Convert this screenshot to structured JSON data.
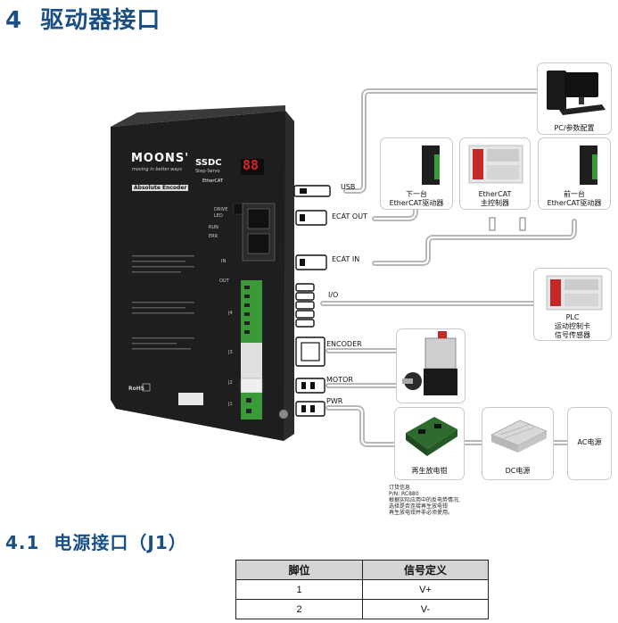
{
  "section": {
    "number": "4",
    "title": "驱动器接口"
  },
  "subsection": {
    "number": "4.1",
    "title": "电源接口（J1）"
  },
  "device": {
    "brand": "MOONS'",
    "tagline": "moving in better ways",
    "model": "SSDC",
    "model_sub": "Step-Servo",
    "type_label": "Absolute Encoder",
    "bus_label": "EtherCAT",
    "display_text": "88",
    "side_labels": [
      "DRIVE",
      "LED",
      "RUN",
      "ERR",
      "IN",
      "OUT",
      "J4",
      "J3",
      "J2",
      "J1"
    ],
    "footer_text": "RoHS"
  },
  "ports": {
    "usb": "USB",
    "ecat_out": "ECAT OUT",
    "ecat_in": "ECAT IN",
    "io": "I/O",
    "encoder": "ENCODER",
    "motor": "MOTOR",
    "pwr": "PWR"
  },
  "devices": {
    "pc": "PC/参数配置",
    "next_drive": [
      "下一台",
      "EtherCAT驱动器"
    ],
    "master": [
      "EtherCAT",
      "主控制器"
    ],
    "prev_drive": [
      "前一台",
      "EtherCAT驱动器"
    ],
    "plc": [
      "PLC",
      "运动控制卡",
      "信号传感器"
    ],
    "regen": "再生放电钳",
    "dc": "DC电源",
    "ac": "AC电源"
  },
  "order_note": [
    "订货信息",
    "P/N: RC880",
    "根据实际应用中的反电势情况,",
    "选择是否连接再生放电钳",
    "再生放电钳并非必须使用。"
  ],
  "table": {
    "headers": [
      "脚位",
      "信号定义"
    ],
    "rows": [
      [
        "1",
        "V+"
      ],
      [
        "2",
        "V-"
      ]
    ]
  }
}
